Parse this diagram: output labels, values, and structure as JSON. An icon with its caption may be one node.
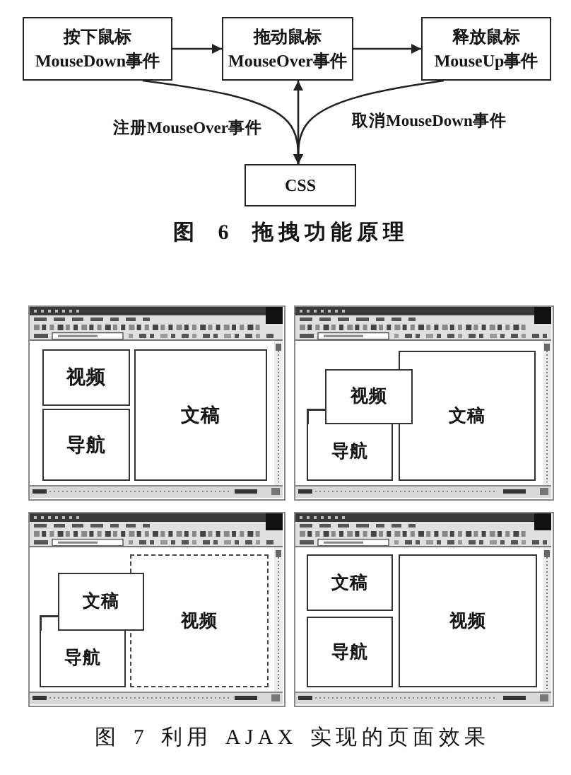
{
  "diagram": {
    "nodes": [
      {
        "text": [
          "按下鼠标MouseDown事件"
        ]
      },
      {
        "text": [
          "拖动鼠标MouseOver事件"
        ]
      },
      {
        "text": [
          "释放鼠标MouseUp事件"
        ]
      },
      {
        "text": [
          "CSS"
        ]
      },
      {
        "text": [],
        "shape": "picture"
      },
      {
        "text": [
          "视频"
        ],
        "in": 4
      },
      {
        "text": [
          "导航"
        ],
        "in": 4
      },
      {
        "text": [
          "文稿"
        ],
        "in": 4
      },
      {
        "text": [],
        "shape": "picture"
      },
      {
        "text": [
          "视频"
        ],
        "in": 8
      },
      {
        "text": [
          "导航"
        ],
        "in": 8
      },
      {
        "text": [
          "文稿"
        ],
        "in": 8
      },
      {
        "text": [],
        "shape": "picture"
      },
      {
        "text": [
          "文稿"
        ],
        "in": 12
      },
      {
        "text": [
          "导航"
        ],
        "in": 12
      },
      {
        "text": [
          "视频"
        ],
        "in": 12
      },
      {
        "text": [],
        "shape": "picture"
      },
      {
        "text": [
          "文稿"
        ],
        "in": 16
      },
      {
        "text": [
          "导航"
        ],
        "in": 16
      },
      {
        "text": [
          "视频"
        ],
        "in": 16
      }
    ],
    "edges": [
      {
        "from": 0,
        "to": 1,
        "arrow": "to"
      },
      {
        "from": 1,
        "to": 2,
        "arrow": "to"
      },
      {
        "from": 0,
        "to": 3,
        "arrow": "to",
        "label": "注册MouseOver事件"
      },
      {
        "from": 1,
        "to": 3,
        "arrow": "both"
      },
      {
        "from": 2,
        "to": 3,
        "arrow": "to",
        "label": "取消MouseDown事件"
      }
    ],
    "labels": [
      "图 6 拖拽功能原理",
      "图 7 利用 AJAX 实现的页面效果"
    ]
  }
}
